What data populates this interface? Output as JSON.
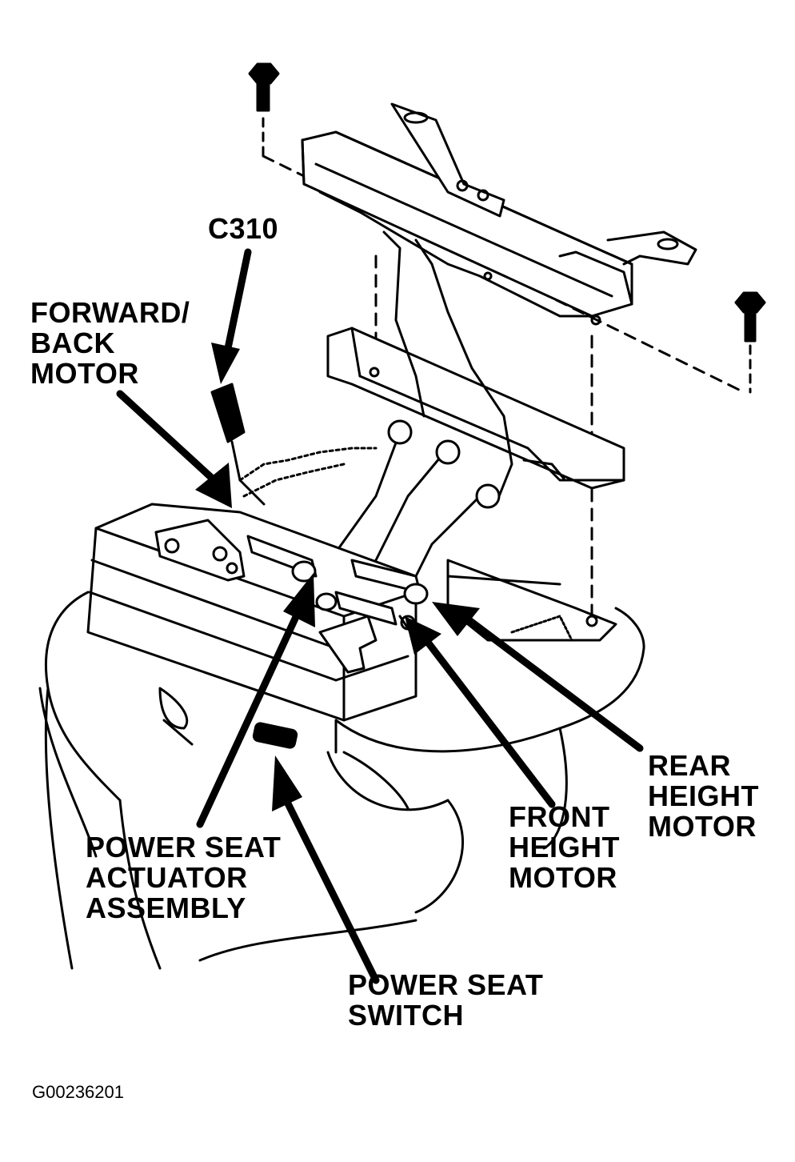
{
  "callouts": {
    "connector": "C310",
    "forward_back_motor": [
      "FORWARD/",
      "BACK",
      "MOTOR"
    ],
    "actuator_assembly": [
      "POWER SEAT",
      "ACTUATOR",
      "ASSEMBLY"
    ],
    "power_seat_switch": [
      "POWER SEAT",
      "SWITCH"
    ],
    "front_height_motor": [
      "FRONT",
      "HEIGHT",
      "MOTOR"
    ],
    "rear_height_motor": [
      "REAR",
      "HEIGHT",
      "MOTOR"
    ]
  },
  "figure_id": "G00236201"
}
